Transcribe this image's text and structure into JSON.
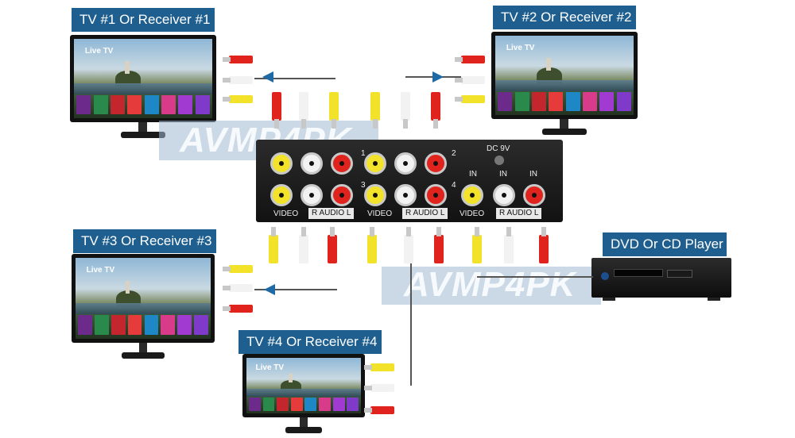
{
  "diagram": {
    "labels": {
      "tv1": "TV #1 Or Receiver #1",
      "tv2": "TV #2 Or Receiver #2",
      "tv3": "TV #3 Or Receiver #3",
      "tv4": "TV #4 Or Receiver #4",
      "dvd": "DVD Or CD Player"
    },
    "tv_screen": {
      "app_title": "Live TV"
    },
    "switch": {
      "power": "DC 9V",
      "port_numbers": [
        "1",
        "2",
        "3",
        "4"
      ],
      "video_label": "VIDEO",
      "audio_label": "R  AUDIO  L",
      "in_label": "IN"
    },
    "watermark": "AVMP4PK",
    "colors": {
      "label_bg": "#1f5f8f",
      "arrow": "#1f6aa5",
      "plug_yellow": "#f2e32a",
      "plug_white": "#f2f2f2",
      "plug_red": "#e0231c"
    },
    "tile_colors": [
      "#6c2a8a",
      "#2a8a4c",
      "#c4262e",
      "#e53b3b",
      "#1e88c7",
      "#d83b8a",
      "#a03ad1",
      "#7f3ac9"
    ]
  }
}
